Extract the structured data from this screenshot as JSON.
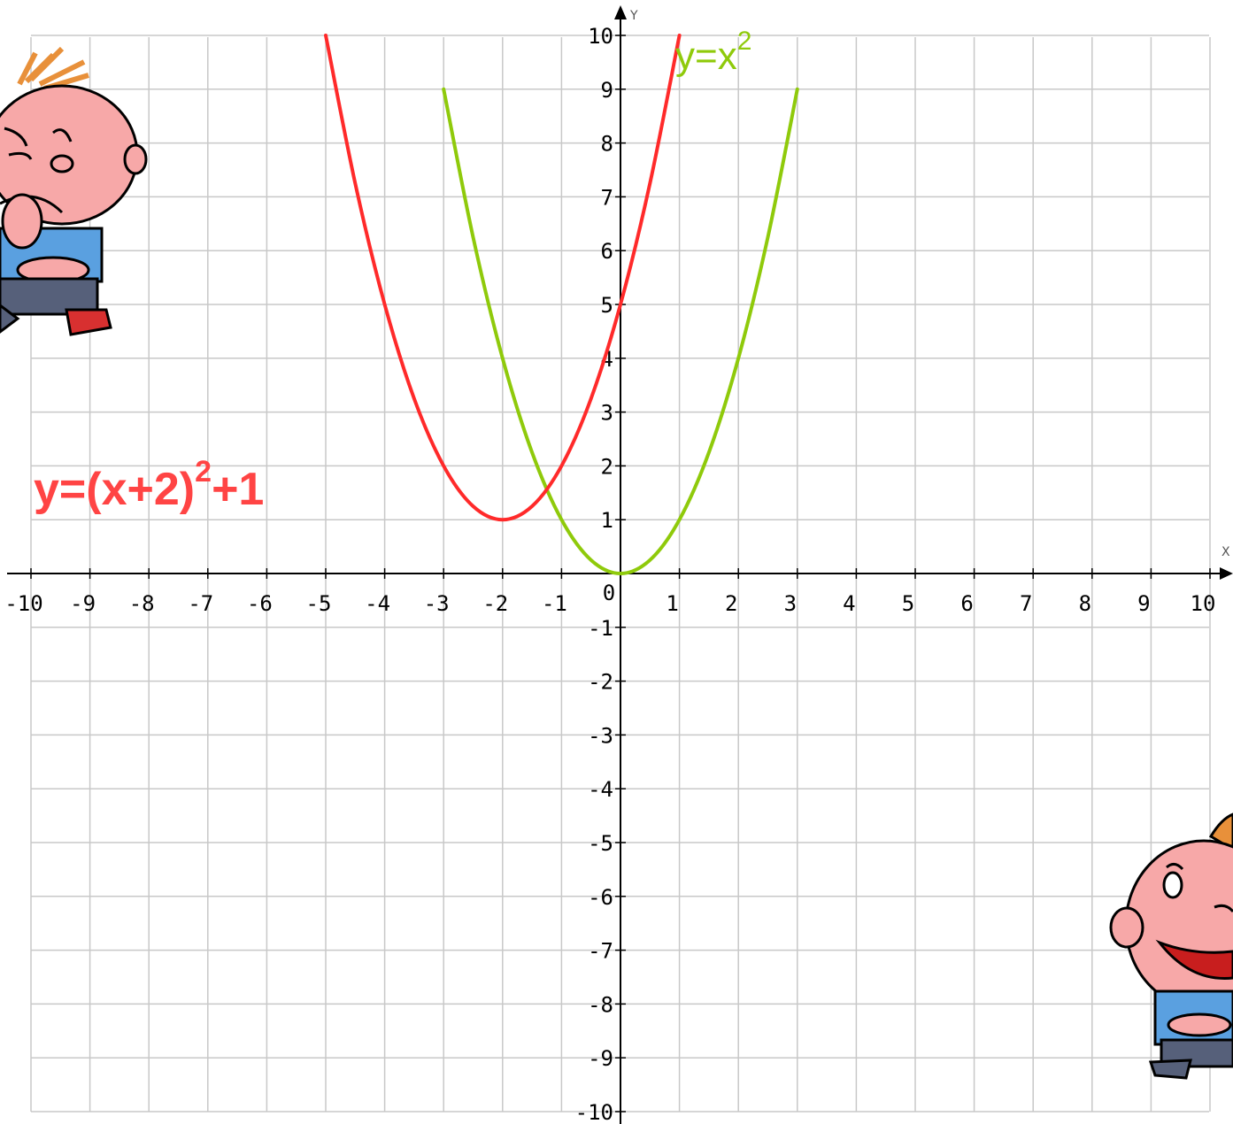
{
  "chart_data": {
    "type": "line",
    "x_axis": {
      "label": "X",
      "range": [
        -10,
        10
      ],
      "tick_labels": [
        "-10",
        "-9",
        "-8",
        "-7",
        "-6",
        "-5",
        "-4",
        "-3",
        "-2",
        "-1",
        "0",
        "1",
        "2",
        "3",
        "4",
        "5",
        "6",
        "7",
        "8",
        "9",
        "10"
      ]
    },
    "y_axis": {
      "label": "Y",
      "range": [
        -10,
        10
      ],
      "tick_labels": [
        "10",
        "9",
        "8",
        "7",
        "6",
        "5",
        "4",
        "3",
        "2",
        "1",
        "-1",
        "-2",
        "-3",
        "-4",
        "-5",
        "-6",
        "-7",
        "-8",
        "-9",
        "-10"
      ]
    },
    "grid": true,
    "series": [
      {
        "name": "y=x²",
        "label_parts": {
          "base": "y=x",
          "sup": "2",
          "tail": ""
        },
        "color": "#8fca0b",
        "x": [
          -3,
          -2.5,
          -2,
          -1.5,
          -1,
          -0.5,
          0,
          0.5,
          1,
          1.5,
          2,
          2.5,
          3
        ],
        "y": [
          9,
          6.25,
          4,
          2.25,
          1,
          0.25,
          0,
          0.25,
          1,
          2.25,
          4,
          6.25,
          9
        ]
      },
      {
        "name": "y=(x+2)²+1",
        "label_parts": {
          "base": "y=(x+2)",
          "sup": "2",
          "tail": "+1"
        },
        "color": "#ff2a2a",
        "x": [
          -5,
          -4.5,
          -4,
          -3.5,
          -3,
          -2.5,
          -2,
          -1.5,
          -1,
          -0.5,
          0,
          0.5,
          1
        ],
        "y": [
          10,
          7.25,
          5,
          3.25,
          2,
          1.25,
          1,
          1.25,
          2,
          3.25,
          5,
          7.25,
          10
        ]
      }
    ]
  },
  "illustrations": [
    {
      "name": "thinking-boy",
      "icon": "cartoon-boy-thinking"
    },
    {
      "name": "laughing-boy",
      "icon": "cartoon-boy-laughing"
    }
  ]
}
